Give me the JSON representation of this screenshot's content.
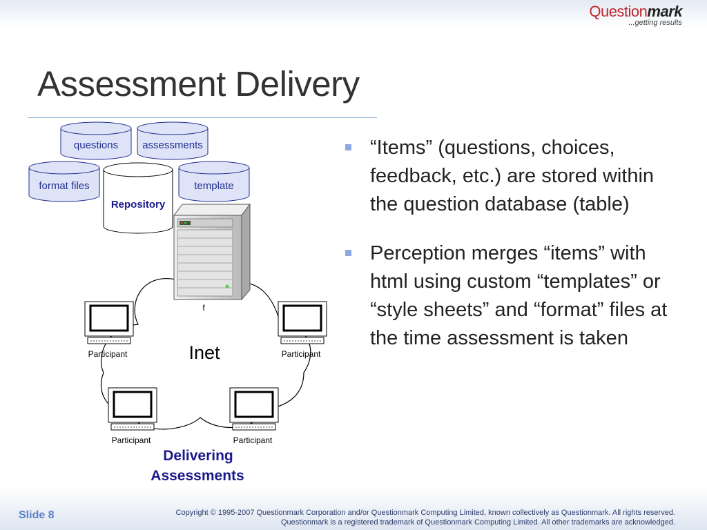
{
  "logo": {
    "brand_q": "Question",
    "brand_m": "mark",
    "tagline": "...getting results"
  },
  "slide": {
    "title": "Assessment Delivery",
    "number": "Slide 8"
  },
  "diagram": {
    "cylinders": {
      "questions": "questions",
      "assessments": "assessments",
      "format_files": "format files",
      "template": "template",
      "repository": "Repository"
    },
    "server_label": "f",
    "network_label": "Inet",
    "participant_label": "Participant",
    "caption_line1": "Delivering",
    "caption_line2": "Assessments",
    "colors": {
      "cylinder_fill": "#dfe3f7",
      "cylinder_text": "#1e2f8f",
      "caption": "#1a1a8c",
      "server_fill": "#d8d8d8"
    }
  },
  "bullets": [
    "“Items” (questions, choices, feedback, etc.) are stored within the question database (table)",
    "Perception merges “items” with html using custom “templates” or “style sheets” and “format” files at the time assessment is taken"
  ],
  "footer": {
    "copyright_line1": "Copyright © 1995-2007 Questionmark Corporation and/or Questionmark Computing Limited, known collectively as Questionmark. All rights reserved.",
    "copyright_line2": "Questionmark is a registered trademark of Questionmark Computing Limited. All other trademarks are acknowledged."
  }
}
